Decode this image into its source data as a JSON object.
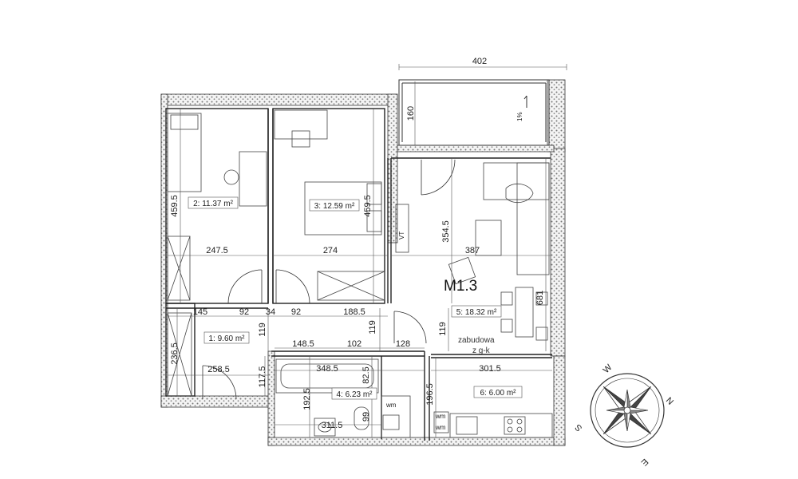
{
  "unit_label": "M1.3",
  "rooms": [
    {
      "id": "1",
      "area": "1: 9.60 m²"
    },
    {
      "id": "2",
      "area": "2: 11.37 m²"
    },
    {
      "id": "3",
      "area": "3: 12.59 m²"
    },
    {
      "id": "4",
      "area": "4: 6.23 m²"
    },
    {
      "id": "5",
      "area": "5: 18.32 m²"
    },
    {
      "id": "6",
      "area": "6: 6.00 m²"
    }
  ],
  "dimensions": {
    "balcony_width": "402",
    "balcony_depth": "160",
    "r2_height": "459.5",
    "r2_width": "247.5",
    "r3_height": "459.5",
    "r3_width": "274",
    "r5_height": "354.5",
    "r5_width": "387",
    "r5_depth": "681",
    "hall_145": "145",
    "hall_92a": "92",
    "hall_34": "34",
    "hall_92b": "92",
    "hall_188": "188.5",
    "hall_119a": "119",
    "hall_119b": "119",
    "hall_119c": "119",
    "r1_height": "236.5",
    "r1_width": "258.5",
    "r1_117": "117.5",
    "bath_148": "148.5",
    "bath_102": "102",
    "bath_128": "128",
    "bath_348": "348.5",
    "bath_192": "192.5",
    "bath_82": "82.5",
    "bath_99": "99",
    "bath_311": "311.5",
    "k_301": "301.5",
    "k_196": "196.5"
  },
  "notes": {
    "zabudowa": "zabudowa",
    "zgk": "z g-k",
    "vt": "VT",
    "slope": "1%",
    "wm1": "wm",
    "wm2": "wm",
    "wm3": "wm"
  },
  "compass": {
    "n": "N",
    "e": "E",
    "s": "S",
    "w": "W"
  }
}
